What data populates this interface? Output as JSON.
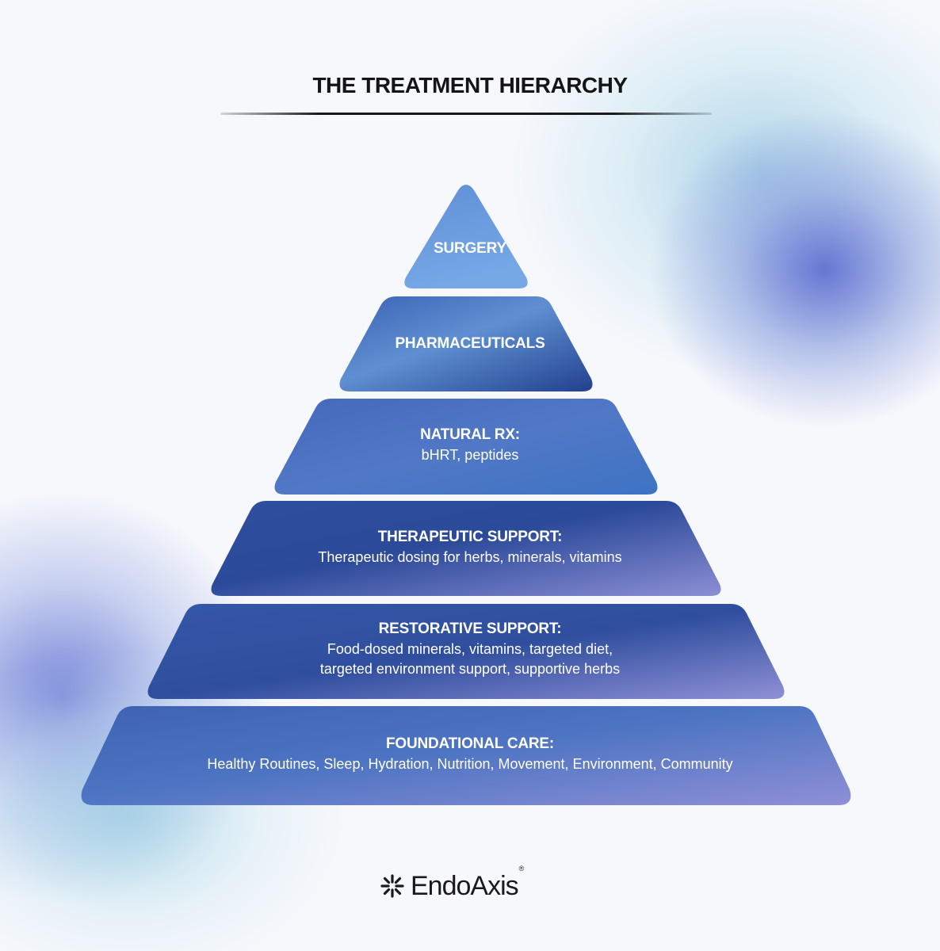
{
  "title": "THE TREATMENT HIERARCHY",
  "tiers": {
    "surgery": {
      "heading": "SURGERY"
    },
    "pharmaceuticals": {
      "heading": "PHARMACEUTICALS"
    },
    "natural_rx": {
      "heading": "NATURAL RX:",
      "desc": "bHRT, peptides"
    },
    "therapeutic": {
      "heading": "THERAPEUTIC SUPPORT:",
      "desc": "Therapeutic dosing for herbs, minerals, vitamins"
    },
    "restorative": {
      "heading": "RESTORATIVE SUPPORT:",
      "desc_1": "Food-dosed minerals, vitamins, targeted diet,",
      "desc_2": "targeted environment support, supportive herbs"
    },
    "foundational": {
      "heading": "FOUNDATIONAL CARE:",
      "desc": "Healthy Routines, Sleep, Hydration, Nutrition, Movement, Environment, Community"
    }
  },
  "logo": {
    "icon": "snowflake-burst-icon",
    "wordmark": "EndoAxis",
    "mark": "®"
  },
  "colors": {
    "title": "#151515",
    "tier_light": "#6f9fe0",
    "tier_dark": "#2c4a96",
    "tier_violet": "#8a8ed6",
    "blob_violet": "#6070d2",
    "blob_cyan": "#96c8e1"
  }
}
